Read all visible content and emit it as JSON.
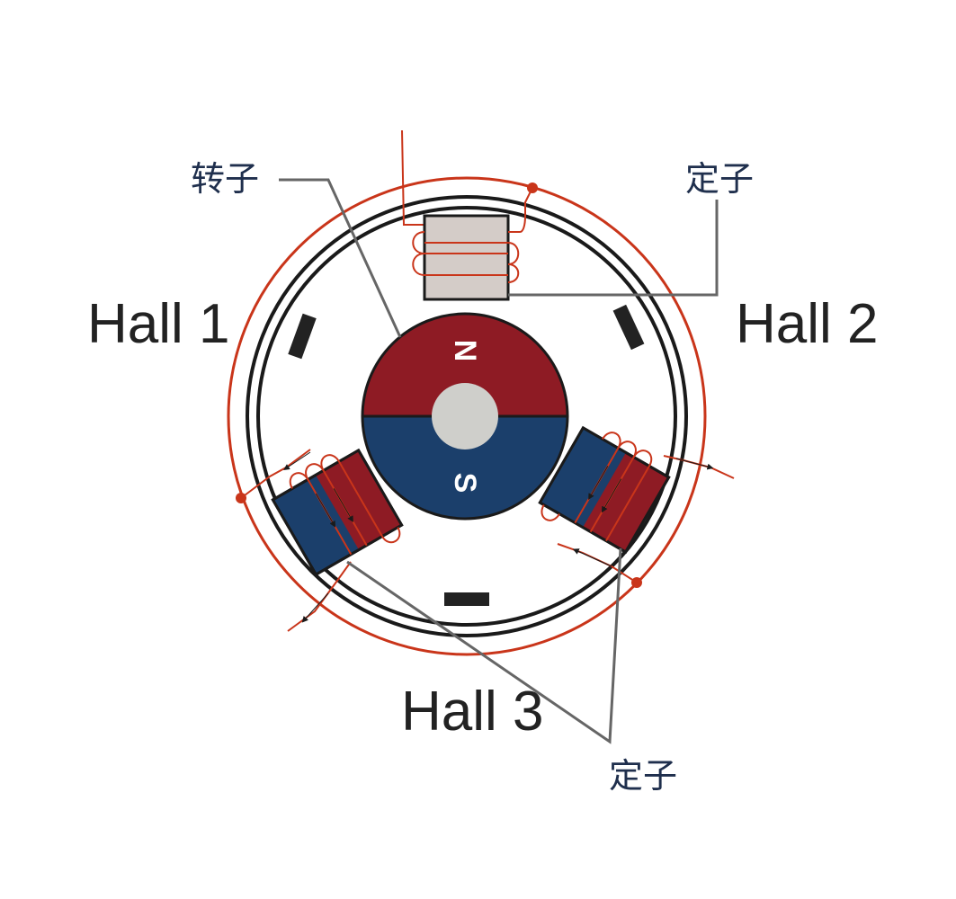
{
  "labels": {
    "hall_1": "Hall 1",
    "hall_2": "Hall 2",
    "hall_3": "Hall 3",
    "rotor": "转子",
    "stator_top": "定子",
    "stator_bottom": "定子",
    "north_pole": "N",
    "south_pole": "S"
  },
  "colors": {
    "north": "#8e1b24",
    "south": "#1b3f6b",
    "wire": "#c9351a",
    "ring": "#1a1a1a",
    "shaft": "#cfcfcb",
    "stator_top_fill": "#d4ccc8",
    "leader": "#666666",
    "text": "#222222",
    "cn_text": "#1f2f4d"
  }
}
